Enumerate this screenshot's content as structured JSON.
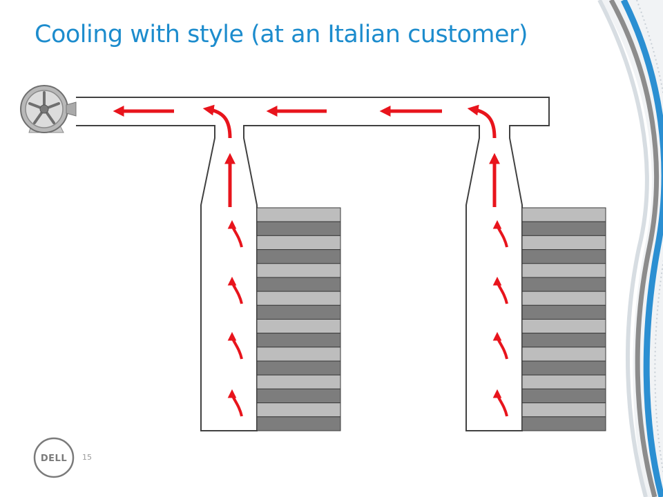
{
  "slide": {
    "title": "Cooling with style (at an Italian customer)",
    "page_number": "15",
    "logo_text": "DELL"
  },
  "colors": {
    "title": "#1d8ccd",
    "arrow": "#e8141c",
    "duct_stroke": "#404040",
    "shelf_light": "#bdbdbd",
    "shelf_dark": "#7d7d7d",
    "swoosh_blue": "#2b8fd2",
    "swoosh_gray": "#8c8c8c"
  },
  "icons": [
    "fan-icon",
    "dell-logo-icon"
  ],
  "diagram": {
    "rack_count": 2,
    "shelves_per_rack": 16,
    "airflow_direction": "up through chimneys, then left along ceiling duct to fan"
  }
}
